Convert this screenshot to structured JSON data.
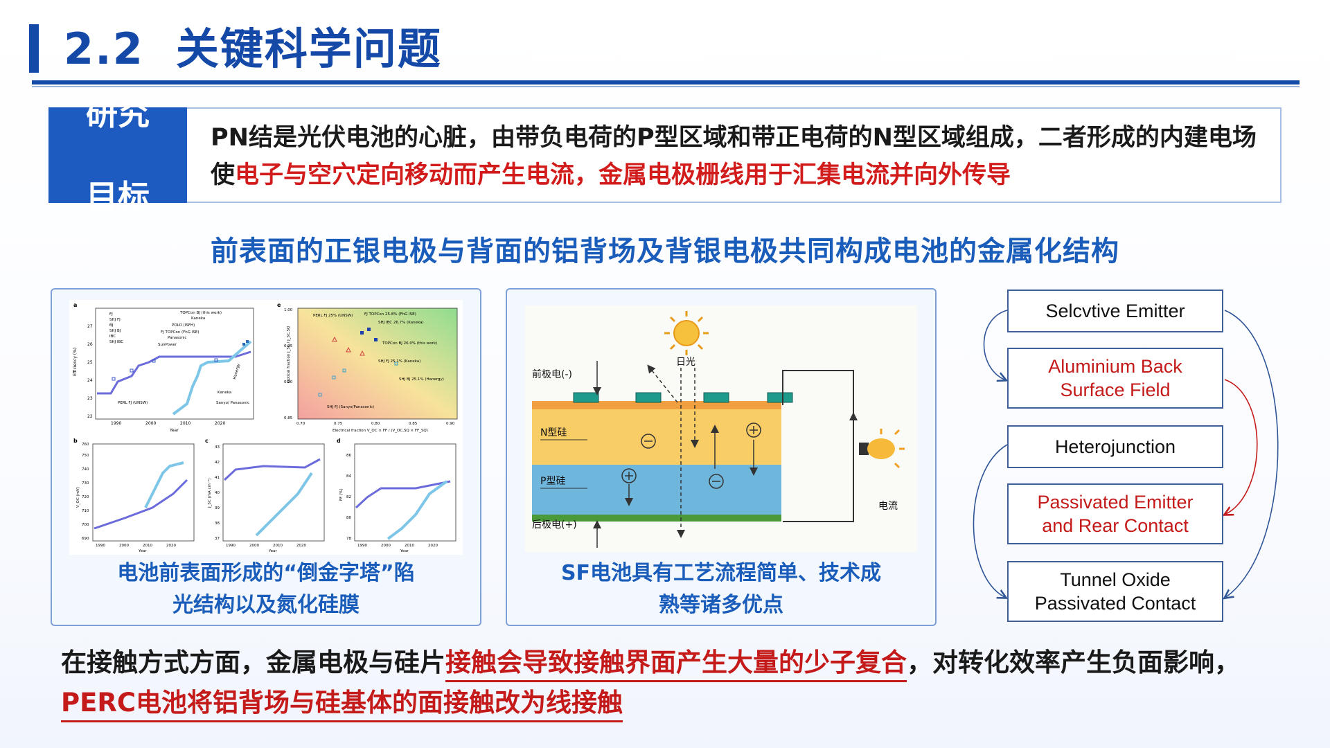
{
  "header": {
    "number": "2.2",
    "title": "关键科学问题"
  },
  "objective": {
    "label_line1": "研究",
    "label_line2": "目标",
    "text_part1": "PN结是光伏电池的心脏，由带负电荷的P型区域和带正电荷的N型区域组成，二者形成的内建电场使",
    "text_part2_red": "电子与空穴定向移动而产生电流，金属电极栅线用于汇集电流并向外传导"
  },
  "subtitle": "前表面的正银电极与背面的铝背场及背银电极共同构成电池的金属化结构",
  "left_panel": {
    "caption_line1": "电池前表面形成的“倒金字塔”陷",
    "caption_line2": "光结构以及氮化硅膜",
    "chart_a": {
      "panel_label": "a",
      "ylabel": "Efficiency (%)",
      "xlabel": "Year",
      "x_ticks": [
        "1990",
        "2000",
        "2010",
        "2020"
      ],
      "y_ticks": [
        "22",
        "23",
        "24",
        "25",
        "26",
        "27"
      ],
      "legend": [
        "FJ",
        "SHJ FJ",
        "BJ",
        "SHJ BJ",
        "IBC",
        "SHJ IBC"
      ],
      "annotations": [
        "TOPCon BJ (this work)",
        "Kaneka",
        "POLO (ISFH)",
        "FJ TOPCon (FhG ISE)",
        "Panasonic",
        "SunPower",
        "Hanergy",
        "Kaneka",
        "PERL FJ (UNSW)",
        "Sanyo/ Panasonic"
      ]
    },
    "chart_e": {
      "panel_label": "e",
      "ylabel": "Optical fraction J_SC / J_SC,SQ",
      "xlabel": "Electrical fraction V_OC × FF / (V_OC,SQ × FF_SQ)",
      "x_ticks": [
        "0.70",
        "0.75",
        "0.80",
        "0.85",
        "0.90"
      ],
      "y_ticks": [
        "0.85",
        "0.90",
        "0.95",
        "1.00"
      ],
      "annotations": [
        "PERL FJ 25% (UNSW)",
        "FJ TOPCon 25.8% (FhG ISE)",
        "SHJ IBC 26.7% (Kaneka)",
        "TOPCon BJ 26.0% (this work)",
        "SHJ FJ 25.1% (Kaneka)",
        "SHJ BJ 25.1% (Hanergy)",
        "SHJ FJ (Sanyo/Panasonic)"
      ]
    },
    "chart_b": {
      "panel_label": "b",
      "ylabel": "V_OC (mV)",
      "xlabel": "Year",
      "x_ticks": [
        "1990",
        "2000",
        "2010",
        "2020"
      ],
      "y_ticks": [
        "690",
        "700",
        "710",
        "720",
        "730",
        "740",
        "750",
        "760"
      ]
    },
    "chart_c": {
      "panel_label": "c",
      "ylabel": "J_SC (mA cm⁻²)",
      "xlabel": "Year",
      "x_ticks": [
        "1990",
        "2000",
        "2010",
        "2020"
      ],
      "y_ticks": [
        "37",
        "38",
        "39",
        "40",
        "41",
        "42",
        "43"
      ]
    },
    "chart_d": {
      "panel_label": "d",
      "ylabel": "FF (%)",
      "xlabel": "Year",
      "x_ticks": [
        "1990",
        "2000",
        "2010",
        "2020"
      ],
      "y_ticks": [
        "78",
        "80",
        "82",
        "84",
        "86"
      ]
    }
  },
  "mid_panel": {
    "caption_line1": "SF电池具有工艺流程简单、技术成",
    "caption_line2": "熟等诸多优点",
    "diagram": {
      "front_electrode": "前极电(-)",
      "sunlight": "日光",
      "n_layer": "N型硅",
      "p_layer": "P型硅",
      "back_electrode": "后极电(+)",
      "current": "电流"
    }
  },
  "right_stack": {
    "items": [
      {
        "label": "Selcvtive Emitter",
        "color": "#111111"
      },
      {
        "label_line1": "Aluminium Back",
        "label_line2": "Surface Field",
        "color": "#c41a1a"
      },
      {
        "label": "Heterojunction",
        "color": "#111111"
      },
      {
        "label_line1": "Passivated Emitter",
        "label_line2": "and Rear Contact",
        "color": "#c41a1a"
      },
      {
        "label_line1": "Tunnel Oxide",
        "label_line2": "Passivated Contact",
        "color": "#111111"
      }
    ]
  },
  "bottom": {
    "part1": "在接触方式方面，金属电极与硅片",
    "part2_red": "接触会导致接触界面产生大量的少子复合",
    "part3": "，对转化效率产生负面影响，",
    "part4_red": "PERC电池将铝背场与硅基体的面接触改为线接触"
  },
  "colors": {
    "brand_blue": "#1449a8",
    "accent_red": "#c41a1a",
    "caption_blue": "#1a5cba"
  }
}
